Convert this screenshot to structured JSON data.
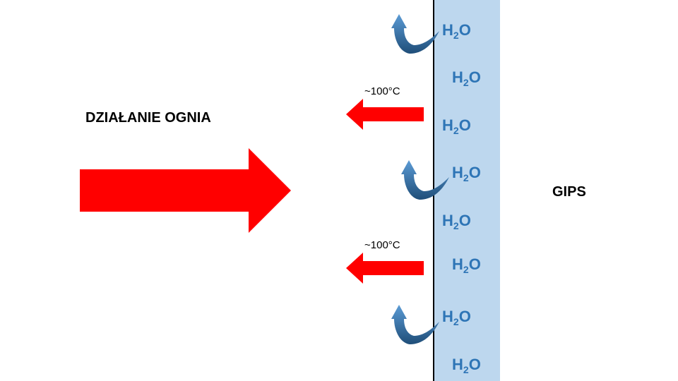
{
  "fire_label": "DZIAŁANIE OGNIA",
  "material_label": "GIPS",
  "water_molecule": {
    "main": "H",
    "sub": "2",
    "tail": "O"
  },
  "temperature_label": "~100°C",
  "colors": {
    "fire_arrow": "#ff0000",
    "gypsum_panel": "#bdd7ee",
    "water_text": "#2e75b6",
    "vapor_arrow": "#2e75b6"
  },
  "icons": [
    "fire-arrow",
    "steam-arrow",
    "heat-arrow"
  ]
}
